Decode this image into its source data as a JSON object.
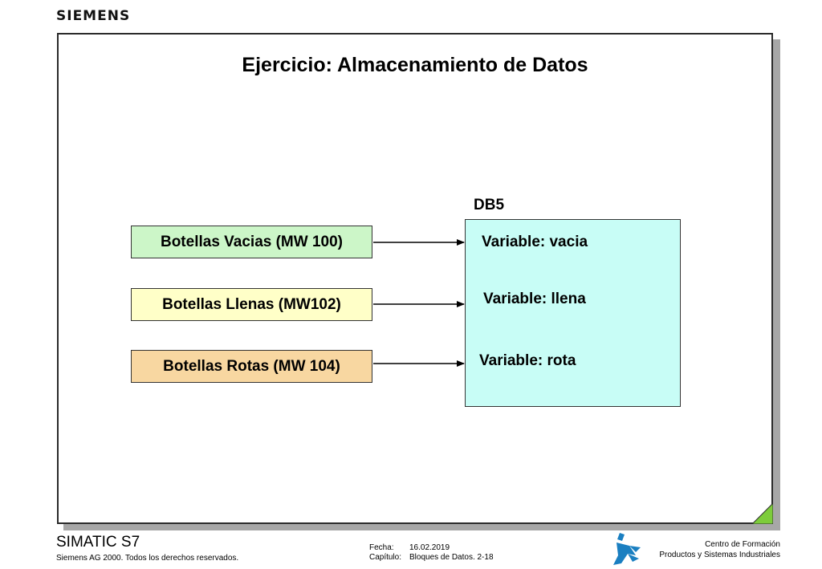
{
  "header": {
    "brand": "SIEMENS"
  },
  "slide": {
    "title": "Ejercicio: Almacenamiento de Datos",
    "sources": [
      {
        "label": "Botellas Vacias (MW 100)",
        "color": "#ccf6c8"
      },
      {
        "label": "Botellas Llenas (MW102)",
        "color": "#ffffc8"
      },
      {
        "label": "Botellas Rotas (MW 104)",
        "color": "#f8d7a1"
      }
    ],
    "db": {
      "label": "DB5",
      "color": "#c8fdf6",
      "variables": [
        "Variable: vacia",
        "Variable: llena",
        "Variable: rota"
      ]
    }
  },
  "footer": {
    "product": "SIMATIC S7",
    "copyright": "Siemens AG 2000. Todos los derechos reservados.",
    "fecha_label": "Fecha:",
    "fecha_value": "16.02.2019",
    "capitulo_label": "Capítulo:",
    "capitulo_value": "Bloques de Datos. 2-18",
    "org_line1": "Centro de Formación",
    "org_line2": "Productos y Sistemas Industriales"
  },
  "colors": {
    "fold": "#7dcc3b",
    "logo": "#1a7fc1"
  }
}
